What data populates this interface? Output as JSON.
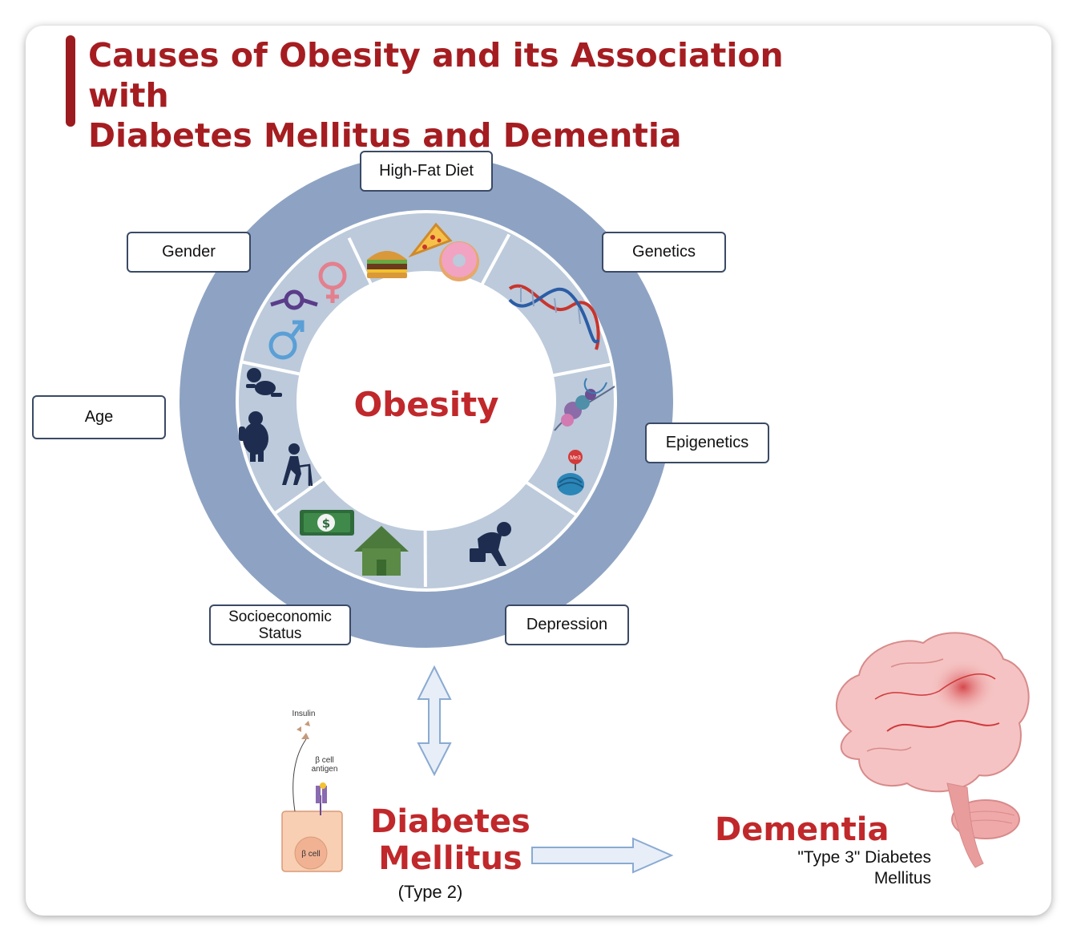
{
  "title": {
    "line1": "Causes of Obesity and its Association with",
    "line2": "Diabetes Mellitus and Dementia"
  },
  "center": "Obesity",
  "causes": {
    "high_fat_diet": "High-Fat Diet",
    "genetics": "Genetics",
    "epigenetics": "Epigenetics",
    "depression": "Depression",
    "socioeconomic": "Socioeconomic Status",
    "age": "Age",
    "gender": "Gender"
  },
  "diabetes": {
    "title_line1": "Diabetes",
    "title_line2": "Mellitus",
    "subtitle": "(Type 2)",
    "insulin_label": "Insulin",
    "antigen_label_1": "β cell",
    "antigen_label_2": "antigen",
    "cell_label": "β cell"
  },
  "dementia": {
    "title": "Dementia",
    "subtitle_line1": "\"Type 3\" Diabetes",
    "subtitle_line2": "Mellitus"
  },
  "epigenetic_marker": "Me3",
  "colors": {
    "title_red": "#a51d21",
    "accent_red": "#c0282b",
    "ring_outer": "#8ea3c3",
    "ring_inner": "#bccadb",
    "arrow_fill": "#e7eef8",
    "arrow_stroke": "#8aaad2"
  },
  "icons": [
    "burger-icon",
    "pizza-icon",
    "donut-icon",
    "dna-icon",
    "chromatin-icon",
    "nucleosome-icon",
    "depressed-person-icon",
    "money-icon",
    "house-icon",
    "baby-icon",
    "obese-person-icon",
    "elderly-walker-icon",
    "gender-symbol-icon",
    "female-symbol-icon",
    "male-symbol-icon",
    "beta-cell-icon",
    "brain-icon"
  ]
}
